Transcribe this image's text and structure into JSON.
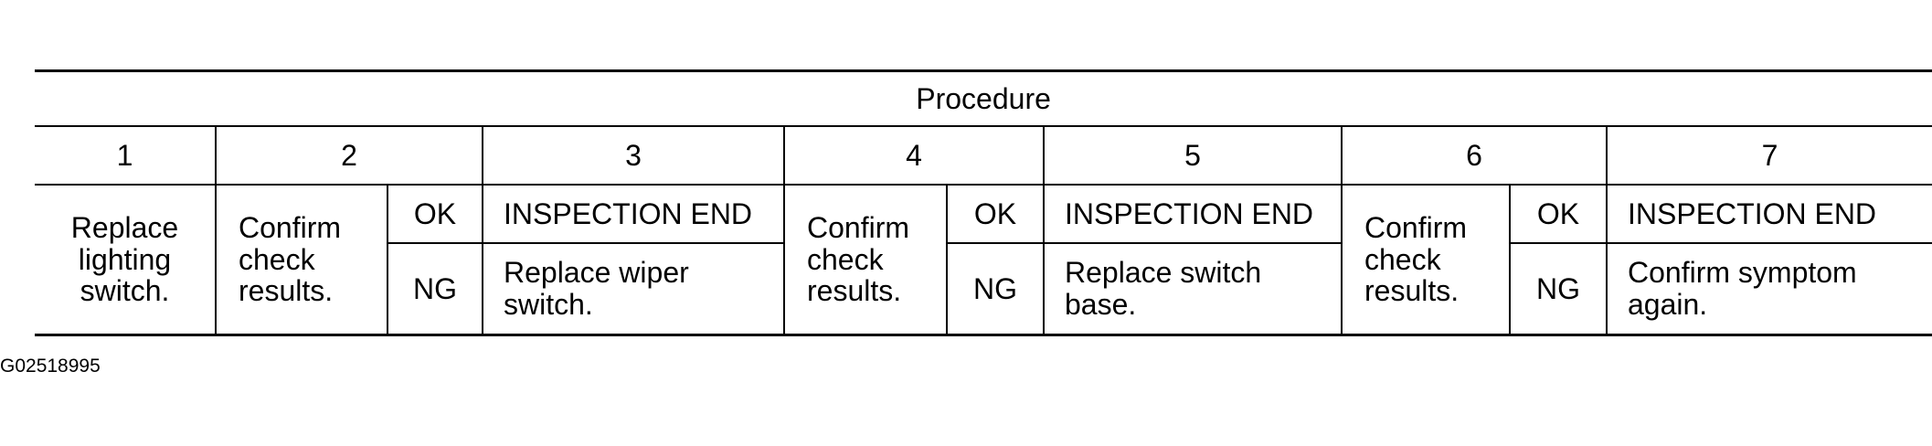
{
  "table": {
    "procedure_header": "Procedure",
    "step_numbers": [
      "1",
      "2",
      "3",
      "4",
      "5",
      "6",
      "7"
    ],
    "step1_text": "Replace lighting switch.",
    "checks": [
      {
        "confirm": "Confirm check results.",
        "ok_label": "OK",
        "ng_label": "NG",
        "ok_result": "INSPECTION END",
        "ng_result": "Replace wiper switch."
      },
      {
        "confirm": "Confirm check results.",
        "ok_label": "OK",
        "ng_label": "NG",
        "ok_result": "INSPECTION END",
        "ng_result": "Replace switch base."
      },
      {
        "confirm": "Confirm check results.",
        "ok_label": "OK",
        "ng_label": "NG",
        "ok_result": "INSPECTION END",
        "ng_result": "Confirm symptom again."
      }
    ]
  },
  "figure_id": "G02518995"
}
